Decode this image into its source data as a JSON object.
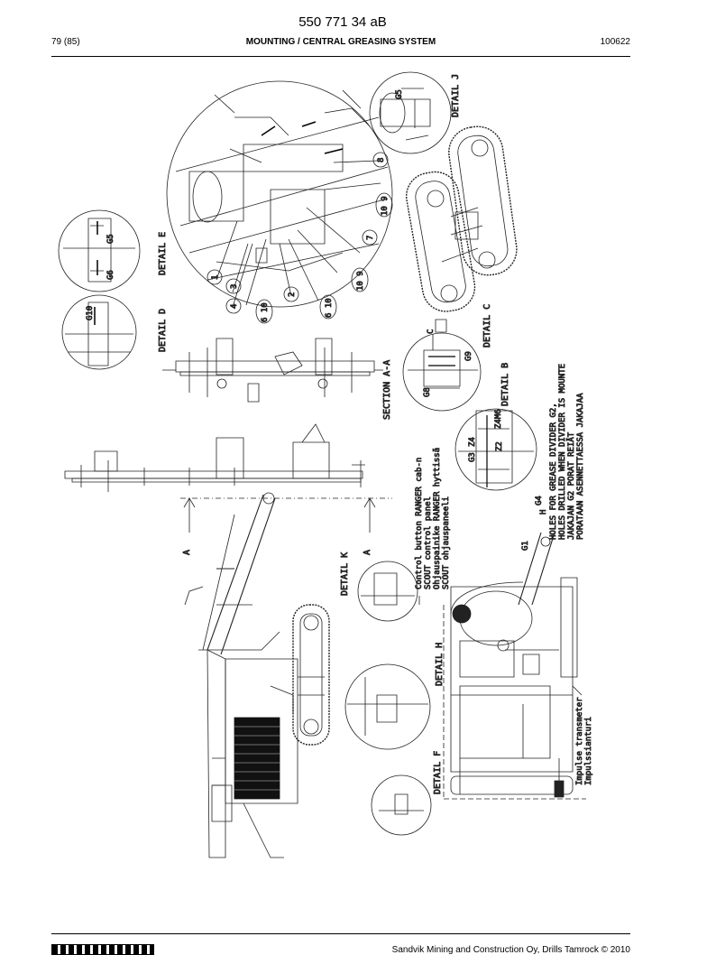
{
  "header": {
    "doc_number": "550 771 34 aB",
    "page": "79 (85)",
    "section": "MOUNTING / CENTRAL GREASING SYSTEM",
    "date": "100622"
  },
  "footer": {
    "text": "Sandvik Mining and Construction Oy, Drills Tamrock © 2010"
  },
  "drawing": {
    "detail_labels": {
      "j": "DETAIL J",
      "e": "DETAIL E",
      "d": "DETAIL D",
      "c": "DETAIL C",
      "b": "DETAIL B",
      "k": "DETAIL K",
      "h": "DETAIL H",
      "f": "DETAIL F"
    },
    "section_label": "SECTION A-A",
    "section_marks": [
      "A",
      "A"
    ],
    "balloon_numbers": [
      "1",
      "4",
      "3",
      "6 10",
      "2",
      "6 10",
      "10 9",
      "7",
      "10 9",
      "8"
    ],
    "control_button_note": [
      "Control button RANGER cab-n",
      "SCOUT control panel",
      "Ohjauspainike RANGER hyttissä",
      "SCOUT ohjauspaneeli"
    ],
    "grease_divider_note": [
      "HOLES FOR GREASE DIVIDER G2,",
      "HOLES DRILLED WHEN DIVIDER IS MOUNTE",
      "JAKAJAN G2 PORAT REIÄT",
      "PORATAAN ASENNETTAESSA JAKAJAA"
    ],
    "impulse_note": [
      "Impulse transmeter",
      "Impulssianturi"
    ],
    "small_marks": {
      "g5": "G5",
      "g6": "G6",
      "g10": "G10",
      "g8": "G8",
      "g9": "G9",
      "g3": "G3",
      "z4": "Z4",
      "z4m6": "Z4M6",
      "z2": "Z2",
      "g4": "G4",
      "g1": "G1",
      "h": "H",
      "c": "C"
    }
  }
}
